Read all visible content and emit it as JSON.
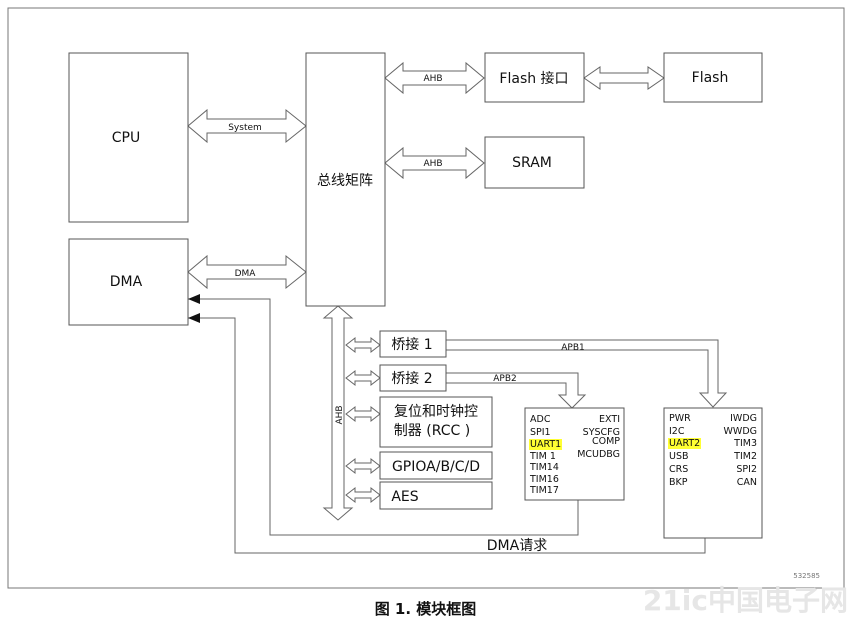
{
  "blocks": {
    "cpu": "CPU",
    "dma": "DMA",
    "bus_matrix": "总线矩阵",
    "flash_interface": "Flash 接口",
    "flash": "Flash",
    "sram": "SRAM",
    "bridge1": "桥接 1",
    "bridge2": "桥接 2",
    "rcc_line1": "复位和时钟控",
    "rcc_line2": "制器 (RCC )",
    "gpio": "GPIOA/B/C/D",
    "aes": "AES"
  },
  "buses": {
    "system": "System",
    "dma": "DMA",
    "ahb_flash": "AHB",
    "ahb_sram": "AHB",
    "ahb_vertical": "AHB",
    "apb1": "APB1",
    "apb2": "APB2",
    "dma_request": "DMA请求"
  },
  "apb2_peripherals": {
    "left": [
      "ADC",
      "SPI1",
      "UART1",
      "TIM 1",
      "TIM14",
      "TIM16",
      "TIM17"
    ],
    "right": [
      "EXTI",
      "SYSCFG",
      "COMP",
      "MCUDBG"
    ],
    "highlighted": "UART1",
    "highlight_color": "#ffff33"
  },
  "apb1_peripherals": {
    "left": [
      "PWR",
      "I2C",
      "UART2",
      "USB",
      "CRS",
      "BKP"
    ],
    "right": [
      "IWDG",
      "WWDG",
      "TIM3",
      "TIM2",
      "SPI2",
      "CAN"
    ],
    "highlighted": "UART2",
    "highlight_color": "#ffff33"
  },
  "doc_id": "532585",
  "watermark": "21ic中国电子网",
  "caption": "图 1. 模块框图"
}
